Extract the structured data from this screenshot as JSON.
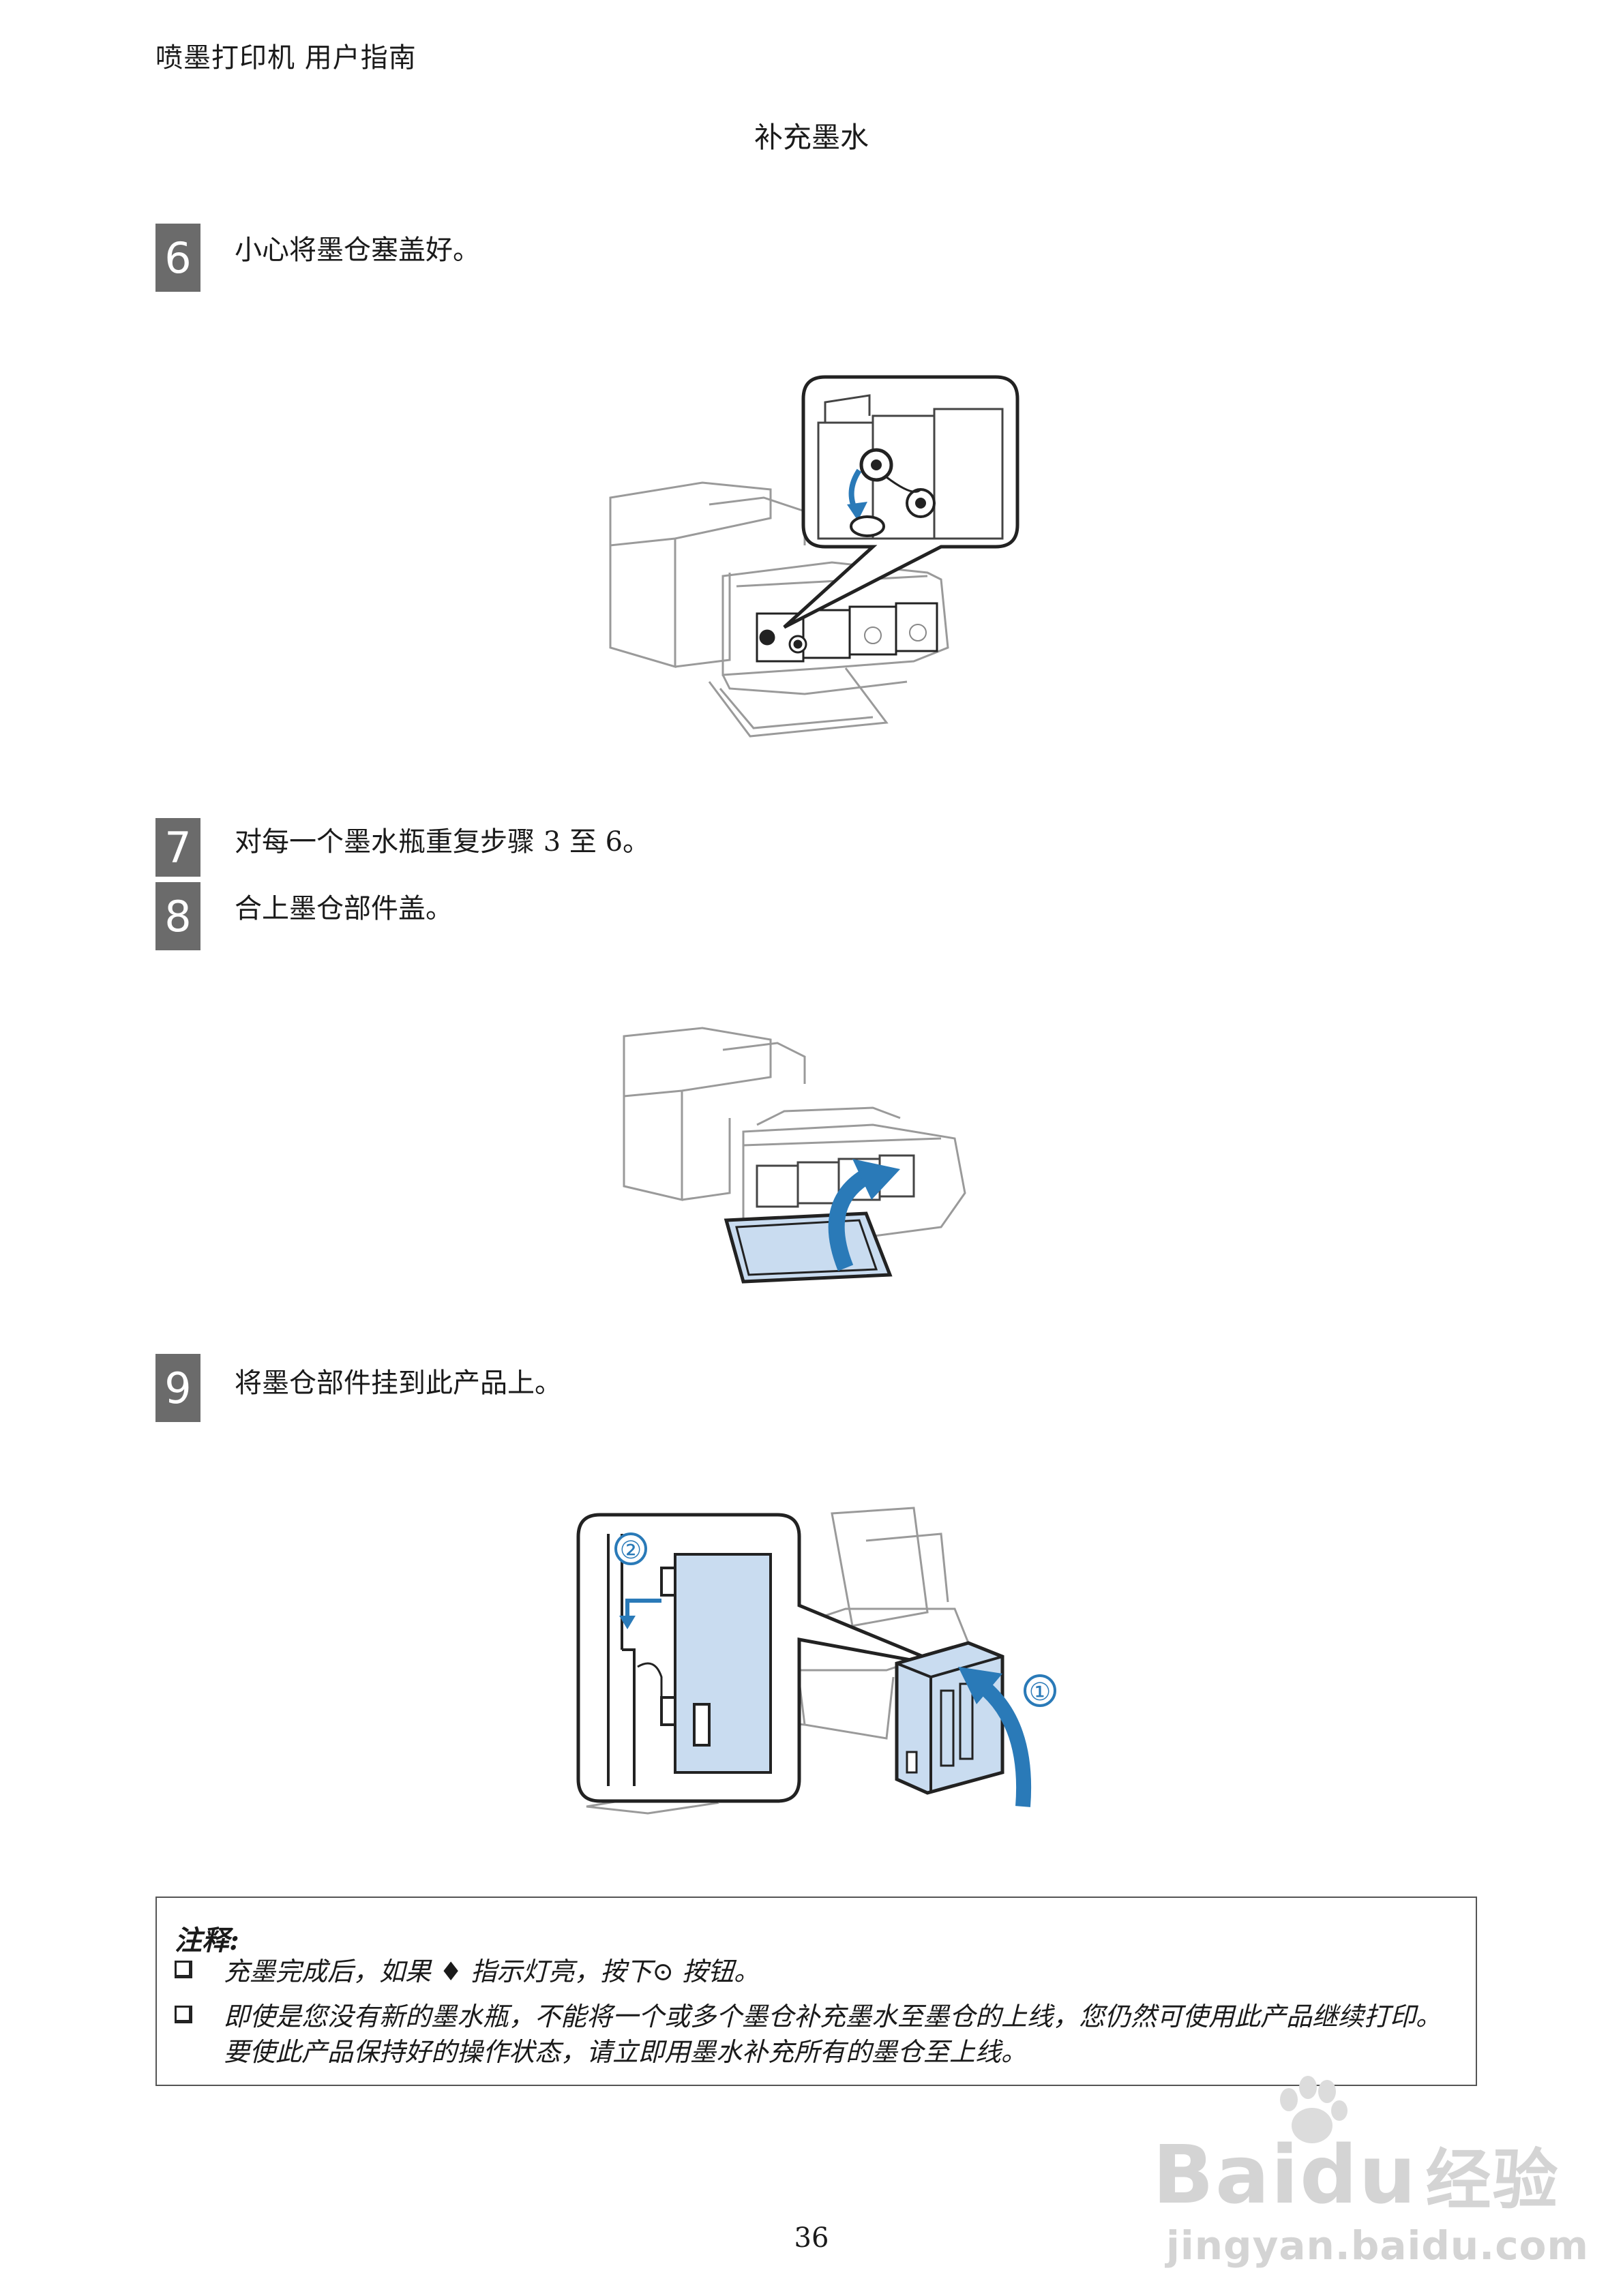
{
  "header": {
    "title": "喷墨打印机 用户指南"
  },
  "section": {
    "title": "补充墨水"
  },
  "steps": [
    {
      "number": "6",
      "text": "小心将墨仓塞盖好。"
    },
    {
      "number": "7",
      "text": "对每一个墨水瓶重复步骤 3 至 6。"
    },
    {
      "number": "8",
      "text": "合上墨仓部件盖。"
    },
    {
      "number": "9",
      "text": "将墨仓部件挂到此产品上。"
    }
  ],
  "figures": {
    "fig3_callouts": [
      "②",
      "①"
    ]
  },
  "note": {
    "title": "注释:",
    "items": [
      "充墨完成后，如果 ♦ 指示灯亮，按下⊙ 按钮。",
      "即使是您没有新的墨水瓶，不能将一个或多个墨仓补充墨水至墨仓的上线，您仍然可使用此产品继续打印。要使此产品保持好的操作状态，请立即用墨水补充所有的墨仓至上线。"
    ]
  },
  "page_number": "36",
  "watermark": {
    "brand": "Bai",
    "brand2": "du",
    "product": "经验",
    "url": "jingyan.baidu.com"
  },
  "colors": {
    "step_badge": "#6b6b6b",
    "illustration_blue": "#2a7ab8",
    "illustration_fill": "#c9dcf0"
  }
}
